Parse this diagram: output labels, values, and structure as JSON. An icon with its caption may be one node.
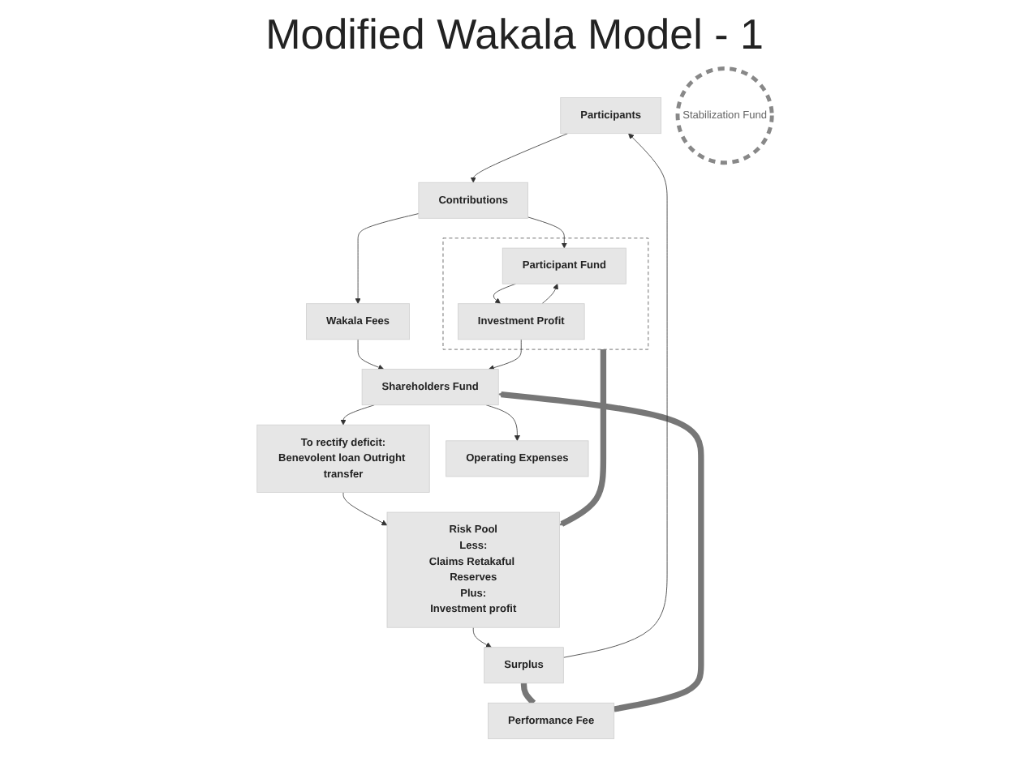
{
  "diagram": {
    "title": "Modified Wakala Model - 1",
    "nodes": [
      {
        "text": [
          "Participants"
        ]
      },
      {
        "text": [
          "Contributions"
        ]
      },
      {
        "text": [],
        "shape": "box"
      },
      {
        "text": [
          "Participant Fund"
        ],
        "in": 2
      },
      {
        "text": [
          "Investment Profit"
        ],
        "in": 2
      },
      {
        "text": [
          "Wakala Fees"
        ]
      },
      {
        "text": [
          "Risk Pool",
          "Less:",
          "Claims Retakaful Reserves",
          "Plus:",
          "Investment profit"
        ]
      },
      {
        "text": [
          "Stabilization Fund"
        ]
      },
      {
        "text": [
          "Shareholders Fund"
        ]
      },
      {
        "text": [
          "To rectify deficit:",
          "Benevolent loan Outright transfer"
        ]
      },
      {
        "text": [
          "Operating Expenses"
        ]
      },
      {
        "text": [
          "Performance Fee"
        ]
      },
      {
        "text": [
          "Surplus"
        ]
      }
    ],
    "edges": [
      {
        "from": 0,
        "to": 1,
        "arrow": "to"
      },
      {
        "from": 1,
        "to": 5,
        "arrow": "to"
      },
      {
        "from": 1,
        "to": 3,
        "arrow": "to"
      },
      {
        "from": 3,
        "to": 4,
        "arrow": "to"
      },
      {
        "from": 4,
        "to": 3,
        "arrow": "to"
      },
      {
        "from": 2,
        "to": 6,
        "arrow": "to",
        "style": "thick"
      },
      {
        "from": 5,
        "to": 8,
        "arrow": "to"
      },
      {
        "from": 4,
        "to": 8,
        "arrow": "to"
      },
      {
        "from": 8,
        "to": 9,
        "arrow": "to"
      },
      {
        "from": 9,
        "to": 6,
        "arrow": "to"
      },
      {
        "from": 6,
        "to": 12,
        "arrow": "to"
      },
      {
        "from": 8,
        "to": 10,
        "arrow": "to"
      },
      {
        "from": 12,
        "to": 11,
        "arrow": "none",
        "style": "thick"
      },
      {
        "from": 11,
        "to": 8,
        "arrow": "to",
        "style": "thick"
      },
      {
        "from": 12,
        "to": 0,
        "arrow": "to"
      }
    ]
  }
}
